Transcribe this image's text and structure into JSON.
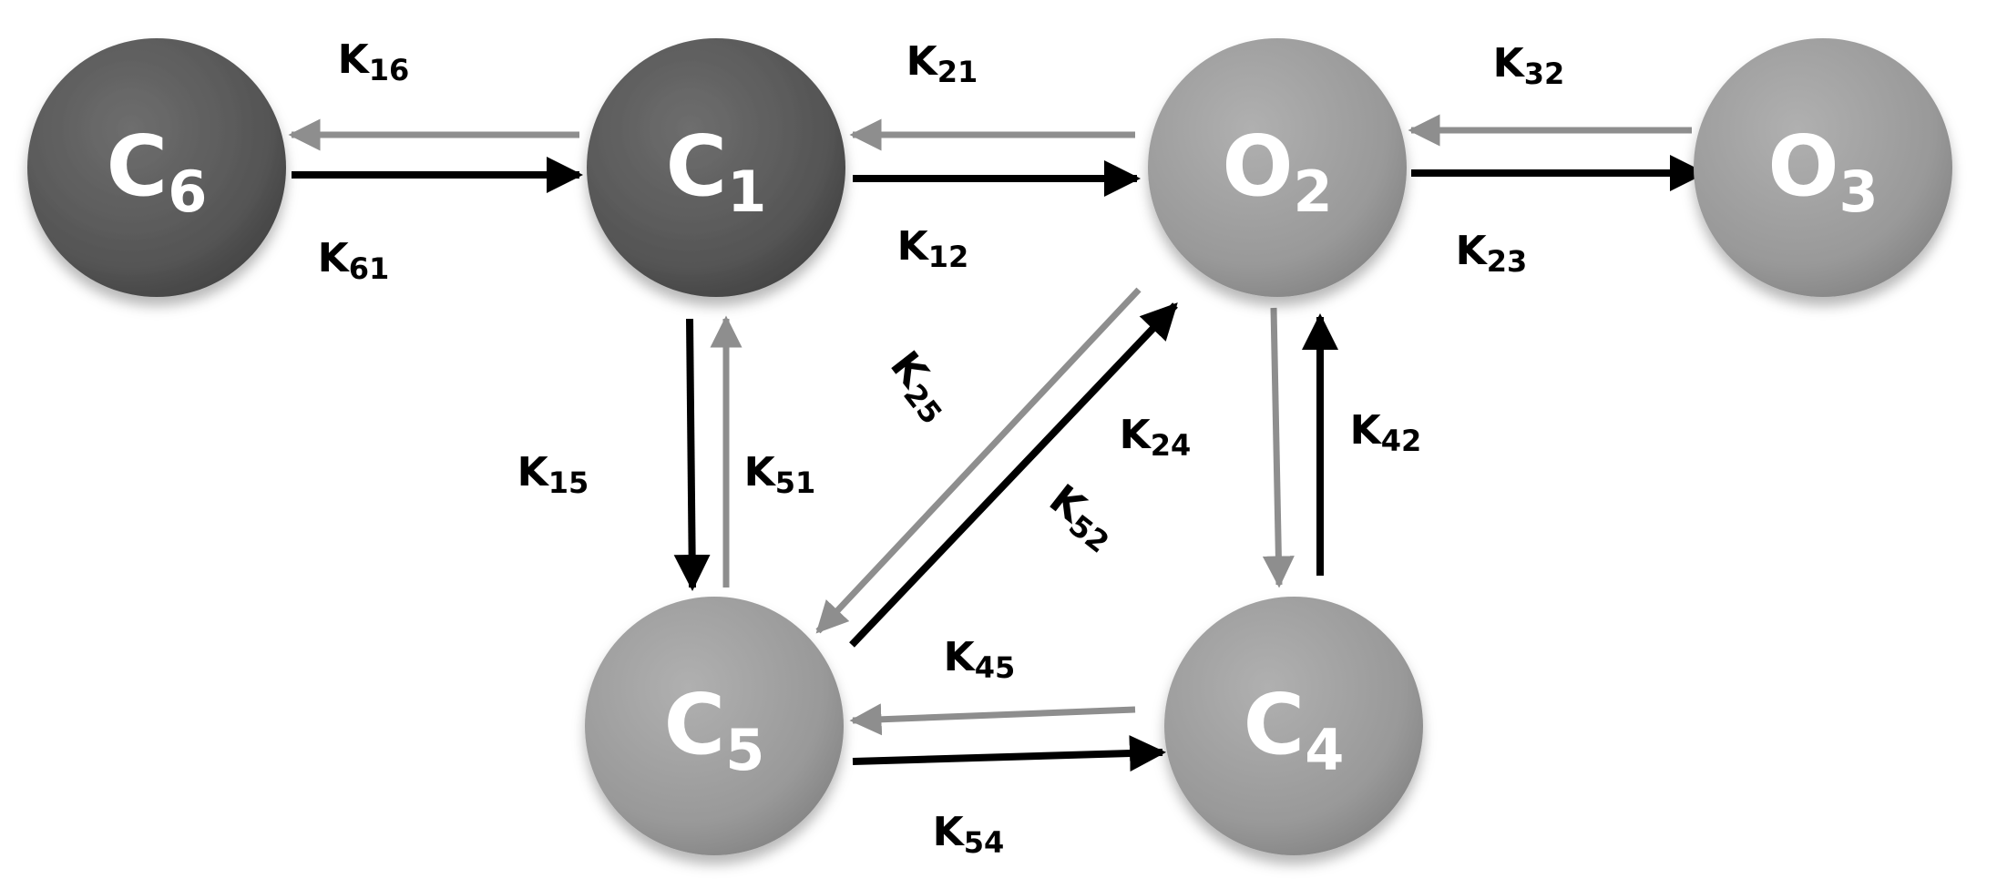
{
  "diagram": {
    "colors": {
      "dark_node": "#5a5a5a",
      "light_node": "#9c9c9c",
      "forward_arrow": "#000000",
      "reverse_arrow": "#8e8e8e",
      "label_text": "#000000",
      "node_text": "#ffffff"
    },
    "nodes": [
      {
        "id": "C6",
        "letter": "C",
        "sub": "6",
        "shade": "dark"
      },
      {
        "id": "C1",
        "letter": "C",
        "sub": "1",
        "shade": "dark"
      },
      {
        "id": "O2",
        "letter": "O",
        "sub": "2",
        "shade": "light"
      },
      {
        "id": "O3",
        "letter": "O",
        "sub": "3",
        "shade": "light"
      },
      {
        "id": "C5",
        "letter": "C",
        "sub": "5",
        "shade": "light"
      },
      {
        "id": "C4",
        "letter": "C",
        "sub": "4",
        "shade": "light"
      }
    ],
    "transitions": [
      {
        "from": "C6",
        "to": "C1",
        "main": "K",
        "sub": "61"
      },
      {
        "from": "C1",
        "to": "C6",
        "main": "K",
        "sub": "16"
      },
      {
        "from": "C1",
        "to": "O2",
        "main": "K",
        "sub": "12"
      },
      {
        "from": "O2",
        "to": "C1",
        "main": "K",
        "sub": "21"
      },
      {
        "from": "O2",
        "to": "O3",
        "main": "K",
        "sub": "23"
      },
      {
        "from": "O3",
        "to": "O2",
        "main": "K",
        "sub": "32"
      },
      {
        "from": "C1",
        "to": "C5",
        "main": "K",
        "sub": "15"
      },
      {
        "from": "C5",
        "to": "C1",
        "main": "K",
        "sub": "51"
      },
      {
        "from": "O2",
        "to": "C5",
        "main": "K",
        "sub": "25"
      },
      {
        "from": "C5",
        "to": "O2",
        "main": "K",
        "sub": "52"
      },
      {
        "from": "O2",
        "to": "C4",
        "main": "K",
        "sub": "24"
      },
      {
        "from": "C4",
        "to": "O2",
        "main": "K",
        "sub": "42"
      },
      {
        "from": "C4",
        "to": "C5",
        "main": "K",
        "sub": "45"
      },
      {
        "from": "C5",
        "to": "C4",
        "main": "K",
        "sub": "54"
      }
    ]
  }
}
